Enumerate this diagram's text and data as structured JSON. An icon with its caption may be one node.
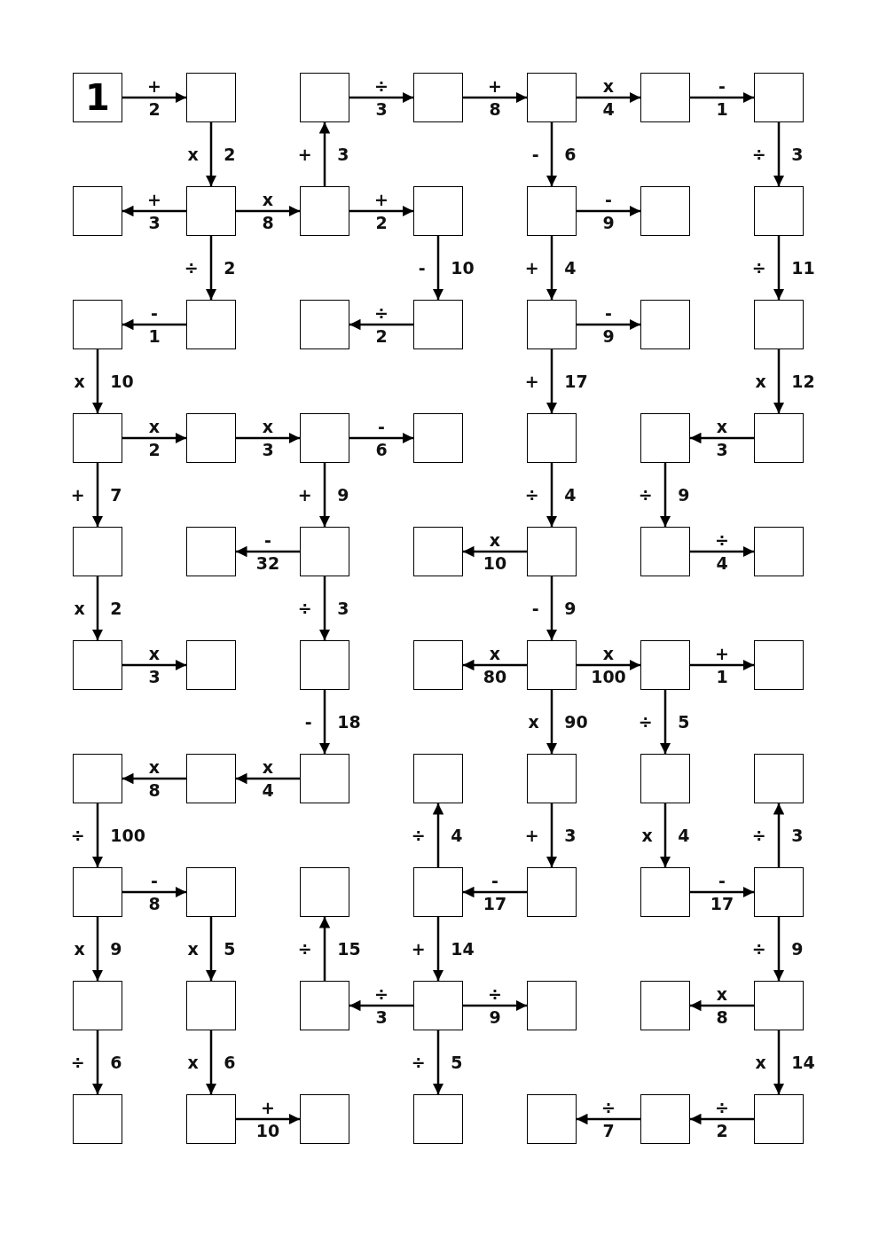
{
  "diagram": {
    "nodes": [
      {
        "text": [
          "1"
        ]
      },
      {
        "text": [],
        "shape": "box"
      },
      {
        "text": [],
        "shape": "box"
      },
      {
        "text": [],
        "shape": "box"
      },
      {
        "text": [],
        "shape": "box"
      },
      {
        "text": [],
        "shape": "box"
      },
      {
        "text": [],
        "shape": "box"
      },
      {
        "text": [],
        "shape": "box"
      },
      {
        "text": [],
        "shape": "box"
      },
      {
        "text": [],
        "shape": "box"
      },
      {
        "text": [],
        "shape": "box"
      },
      {
        "text": [],
        "shape": "box"
      },
      {
        "text": [],
        "shape": "box"
      },
      {
        "text": [],
        "shape": "box"
      },
      {
        "text": [],
        "shape": "box"
      },
      {
        "text": [],
        "shape": "box"
      },
      {
        "text": [],
        "shape": "box"
      },
      {
        "text": [],
        "shape": "box"
      },
      {
        "text": [],
        "shape": "box"
      },
      {
        "text": [],
        "shape": "box"
      },
      {
        "text": [],
        "shape": "box"
      },
      {
        "text": [],
        "shape": "box"
      },
      {
        "text": [],
        "shape": "box"
      },
      {
        "text": [],
        "shape": "box"
      },
      {
        "text": [],
        "shape": "box"
      },
      {
        "text": [],
        "shape": "box"
      },
      {
        "text": [],
        "shape": "box"
      },
      {
        "text": [],
        "shape": "box"
      },
      {
        "text": [],
        "shape": "box"
      },
      {
        "text": [],
        "shape": "box"
      },
      {
        "text": [],
        "shape": "box"
      },
      {
        "text": [],
        "shape": "box"
      },
      {
        "text": [],
        "shape": "box"
      },
      {
        "text": [],
        "shape": "box"
      },
      {
        "text": [],
        "shape": "box"
      },
      {
        "text": [],
        "shape": "box"
      },
      {
        "text": [],
        "shape": "box"
      },
      {
        "text": [],
        "shape": "box"
      },
      {
        "text": [],
        "shape": "box"
      },
      {
        "text": [],
        "shape": "box"
      },
      {
        "text": [],
        "shape": "box"
      },
      {
        "text": [],
        "shape": "box"
      },
      {
        "text": [],
        "shape": "box"
      },
      {
        "text": [],
        "shape": "box"
      },
      {
        "text": [],
        "shape": "box"
      },
      {
        "text": [],
        "shape": "box"
      },
      {
        "text": [],
        "shape": "box"
      },
      {
        "text": [],
        "shape": "box"
      },
      {
        "text": [],
        "shape": "box"
      },
      {
        "text": [],
        "shape": "box"
      },
      {
        "text": [],
        "shape": "box"
      },
      {
        "text": [],
        "shape": "box"
      },
      {
        "text": [],
        "shape": "box"
      },
      {
        "text": [],
        "shape": "box"
      },
      {
        "text": [],
        "shape": "box"
      },
      {
        "text": [],
        "shape": "box"
      },
      {
        "text": [],
        "shape": "box"
      },
      {
        "text": [],
        "shape": "box"
      },
      {
        "text": [],
        "shape": "box"
      },
      {
        "text": [],
        "shape": "box"
      },
      {
        "text": [],
        "shape": "box"
      },
      {
        "text": [],
        "shape": "box"
      },
      {
        "text": [],
        "shape": "box"
      },
      {
        "text": [],
        "shape": "box"
      },
      {
        "text": [],
        "shape": "box"
      },
      {
        "text": [],
        "shape": "box"
      },
      {
        "text": [],
        "shape": "box"
      },
      {
        "text": [],
        "shape": "box"
      },
      {
        "text": [],
        "shape": "box"
      },
      {
        "text": [],
        "shape": "box"
      }
    ],
    "edges": [
      {
        "from": 0,
        "to": 1,
        "arrow": "to",
        "label": "+ 2"
      },
      {
        "from": 1,
        "to": 8,
        "arrow": "to",
        "label": "x 2"
      },
      {
        "from": 9,
        "to": 2,
        "arrow": "to",
        "label": "+ 3"
      },
      {
        "from": 2,
        "to": 3,
        "arrow": "to",
        "label": "÷ 3"
      },
      {
        "from": 3,
        "to": 4,
        "arrow": "to",
        "label": "+ 8"
      },
      {
        "from": 4,
        "to": 5,
        "arrow": "to",
        "label": "x 4"
      },
      {
        "from": 5,
        "to": 6,
        "arrow": "to",
        "label": "- 1"
      },
      {
        "from": 4,
        "to": 11,
        "arrow": "to",
        "label": "- 6"
      },
      {
        "from": 6,
        "to": 13,
        "arrow": "to",
        "label": "÷ 3"
      },
      {
        "from": 8,
        "to": 7,
        "arrow": "to",
        "label": "+ 3"
      },
      {
        "from": 8,
        "to": 9,
        "arrow": "to",
        "label": "x 8"
      },
      {
        "from": 9,
        "to": 10,
        "arrow": "to",
        "label": "+ 2"
      },
      {
        "from": 11,
        "to": 12,
        "arrow": "to",
        "label": "- 9"
      },
      {
        "from": 8,
        "to": 15,
        "arrow": "to",
        "label": "÷ 2"
      },
      {
        "from": 10,
        "to": 17,
        "arrow": "to",
        "label": "- 10"
      },
      {
        "from": 11,
        "to": 18,
        "arrow": "to",
        "label": "+ 4"
      },
      {
        "from": 13,
        "to": 20,
        "arrow": "to",
        "label": "÷ 11"
      },
      {
        "from": 15,
        "to": 14,
        "arrow": "to",
        "label": "- 1"
      },
      {
        "from": 17,
        "to": 16,
        "arrow": "to",
        "label": "÷ 2"
      },
      {
        "from": 18,
        "to": 19,
        "arrow": "to",
        "label": "- 9"
      },
      {
        "from": 14,
        "to": 21,
        "arrow": "to",
        "label": "x 10"
      },
      {
        "from": 18,
        "to": 25,
        "arrow": "to",
        "label": "+ 17"
      },
      {
        "from": 20,
        "to": 27,
        "arrow": "to",
        "label": "x 12"
      },
      {
        "from": 21,
        "to": 22,
        "arrow": "to",
        "label": "x 2"
      },
      {
        "from": 22,
        "to": 23,
        "arrow": "to",
        "label": "x 3"
      },
      {
        "from": 23,
        "to": 24,
        "arrow": "to",
        "label": "- 6"
      },
      {
        "from": 27,
        "to": 26,
        "arrow": "to",
        "label": "x 3"
      },
      {
        "from": 21,
        "to": 28,
        "arrow": "to",
        "label": "+ 7"
      },
      {
        "from": 23,
        "to": 30,
        "arrow": "to",
        "label": "+ 9"
      },
      {
        "from": 25,
        "to": 32,
        "arrow": "to",
        "label": "÷ 4"
      },
      {
        "from": 26,
        "to": 33,
        "arrow": "to",
        "label": "÷ 9"
      },
      {
        "from": 30,
        "to": 29,
        "arrow": "to",
        "label": "- 32"
      },
      {
        "from": 32,
        "to": 31,
        "arrow": "to",
        "label": "x 10"
      },
      {
        "from": 33,
        "to": 34,
        "arrow": "to",
        "label": "÷ 4"
      },
      {
        "from": 28,
        "to": 35,
        "arrow": "to",
        "label": "x 2"
      },
      {
        "from": 30,
        "to": 37,
        "arrow": "to",
        "label": "÷ 3"
      },
      {
        "from": 32,
        "to": 39,
        "arrow": "to",
        "label": "- 9"
      },
      {
        "from": 35,
        "to": 36,
        "arrow": "to",
        "label": "x 3"
      },
      {
        "from": 39,
        "to": 38,
        "arrow": "to",
        "label": "x 80"
      },
      {
        "from": 39,
        "to": 40,
        "arrow": "to",
        "label": "x 100"
      },
      {
        "from": 40,
        "to": 41,
        "arrow": "to",
        "label": "+ 1"
      },
      {
        "from": 37,
        "to": 44,
        "arrow": "to",
        "label": "- 18"
      },
      {
        "from": 39,
        "to": 46,
        "arrow": "to",
        "label": "x 90"
      },
      {
        "from": 40,
        "to": 47,
        "arrow": "to",
        "label": "÷ 5"
      },
      {
        "from": 43,
        "to": 42,
        "arrow": "to",
        "label": "x 8"
      },
      {
        "from": 44,
        "to": 43,
        "arrow": "to",
        "label": "x 4"
      },
      {
        "from": 42,
        "to": 49,
        "arrow": "to",
        "label": "÷ 100"
      },
      {
        "from": 52,
        "to": 45,
        "arrow": "to",
        "label": "÷ 4"
      },
      {
        "from": 46,
        "to": 53,
        "arrow": "to",
        "label": "+ 3"
      },
      {
        "from": 47,
        "to": 54,
        "arrow": "to",
        "label": "x 4"
      },
      {
        "from": 55,
        "to": 48,
        "arrow": "to",
        "label": "÷ 3"
      },
      {
        "from": 49,
        "to": 50,
        "arrow": "to",
        "label": "- 8"
      },
      {
        "from": 53,
        "to": 52,
        "arrow": "to",
        "label": "- 17"
      },
      {
        "from": 54,
        "to": 55,
        "arrow": "to",
        "label": "- 17"
      },
      {
        "from": 49,
        "to": 56,
        "arrow": "to",
        "label": "x 9"
      },
      {
        "from": 50,
        "to": 57,
        "arrow": "to",
        "label": "x 5"
      },
      {
        "from": 58,
        "to": 51,
        "arrow": "to",
        "label": "÷ 15"
      },
      {
        "from": 52,
        "to": 59,
        "arrow": "to",
        "label": "+ 14"
      },
      {
        "from": 55,
        "to": 62,
        "arrow": "to",
        "label": "÷ 9"
      },
      {
        "from": 59,
        "to": 58,
        "arrow": "to",
        "label": "÷ 3"
      },
      {
        "from": 59,
        "to": 60,
        "arrow": "to",
        "label": "÷ 9"
      },
      {
        "from": 62,
        "to": 61,
        "arrow": "to",
        "label": "x 8"
      },
      {
        "from": 56,
        "to": 63,
        "arrow": "to",
        "label": "÷ 6"
      },
      {
        "from": 57,
        "to": 64,
        "arrow": "to",
        "label": "x 6"
      },
      {
        "from": 59,
        "to": 66,
        "arrow": "to",
        "label": "÷ 5"
      },
      {
        "from": 62,
        "to": 69,
        "arrow": "to",
        "label": "x 14"
      },
      {
        "from": 64,
        "to": 65,
        "arrow": "to",
        "label": "+ 10"
      },
      {
        "from": 69,
        "to": 68,
        "arrow": "to",
        "label": "÷ 2"
      },
      {
        "from": 68,
        "to": 67,
        "arrow": "to",
        "label": "÷ 7"
      }
    ]
  }
}
